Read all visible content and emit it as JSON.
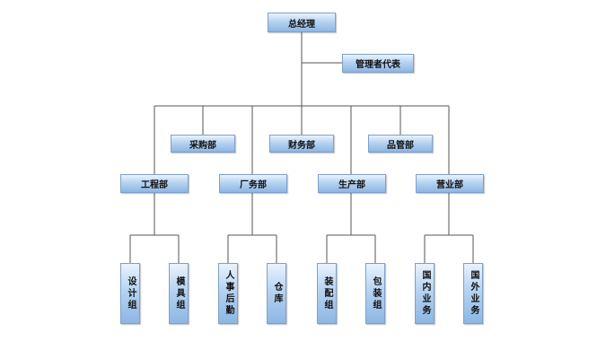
{
  "org": {
    "ceo": "总经理",
    "rep": "管理者代表",
    "staff": [
      "采购部",
      "财务部",
      "品管部"
    ],
    "departments": [
      "工程部",
      "厂务部",
      "生产部",
      "营业部"
    ],
    "groups": {
      "engineering": [
        "设计组",
        "模具组"
      ],
      "general_affairs": [
        "人事后勤",
        "仓库"
      ],
      "production": [
        "装配组",
        "包装组"
      ],
      "sales": [
        "国内业务",
        "国外业务"
      ]
    }
  },
  "colors": {
    "box_top": "#e9f3fd",
    "box_bottom": "#8db6e4",
    "border": "#7fa0c8",
    "line": "#555555"
  }
}
